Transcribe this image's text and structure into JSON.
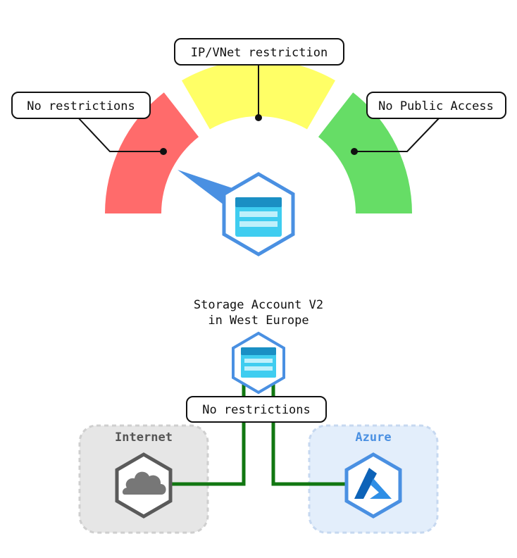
{
  "gauge": {
    "segments": [
      {
        "label": "No restrictions",
        "color": "#ff6b6b"
      },
      {
        "label": "IP/VNet restriction",
        "color": "#ffff66"
      },
      {
        "label": "No Public Access",
        "color": "#66dd66"
      }
    ],
    "pointer_color": "#4a90e2",
    "pointer_level": "No restrictions"
  },
  "topology": {
    "storage": {
      "title_line1": "Storage Account V2",
      "title_line2": "in West Europe",
      "icon": "storage-account-icon"
    },
    "connection_label": "No restrictions",
    "link_color": "#117711",
    "internet": {
      "label": "Internet",
      "icon": "cloud-icon",
      "zone_color": "#e6e6e6",
      "label_color": "#555555"
    },
    "azure": {
      "label": "Azure",
      "icon": "azure-logo-icon",
      "zone_color": "#e3eefb",
      "label_color": "#4a90e2"
    }
  },
  "colors": {
    "hex_blue": "#4a90e2",
    "storage_dark": "#1a8fc4",
    "storage_light": "#3fcdf0"
  }
}
